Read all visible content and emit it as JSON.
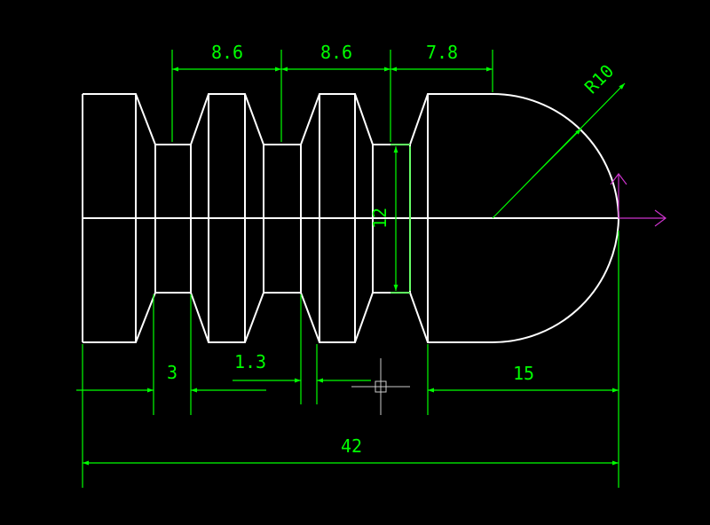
{
  "colors": {
    "background": "#000000",
    "geometry": "#ffffff",
    "dimension": "#00ff00",
    "text": "#00ff00",
    "axis_marker": "#cc33cc",
    "cursor": "#cccccc"
  },
  "dimensions": {
    "pitch_1": "8.6",
    "pitch_2": "8.6",
    "pitch_3": "7.8",
    "radius": "R10",
    "diameter": "12",
    "groove_width": "3",
    "small_width": "1.3",
    "head_length": "15",
    "overall_length": "42"
  },
  "icons": {
    "crosshair": "crosshair-cursor-icon",
    "axis_arrow": "axis-arrow-icon"
  }
}
